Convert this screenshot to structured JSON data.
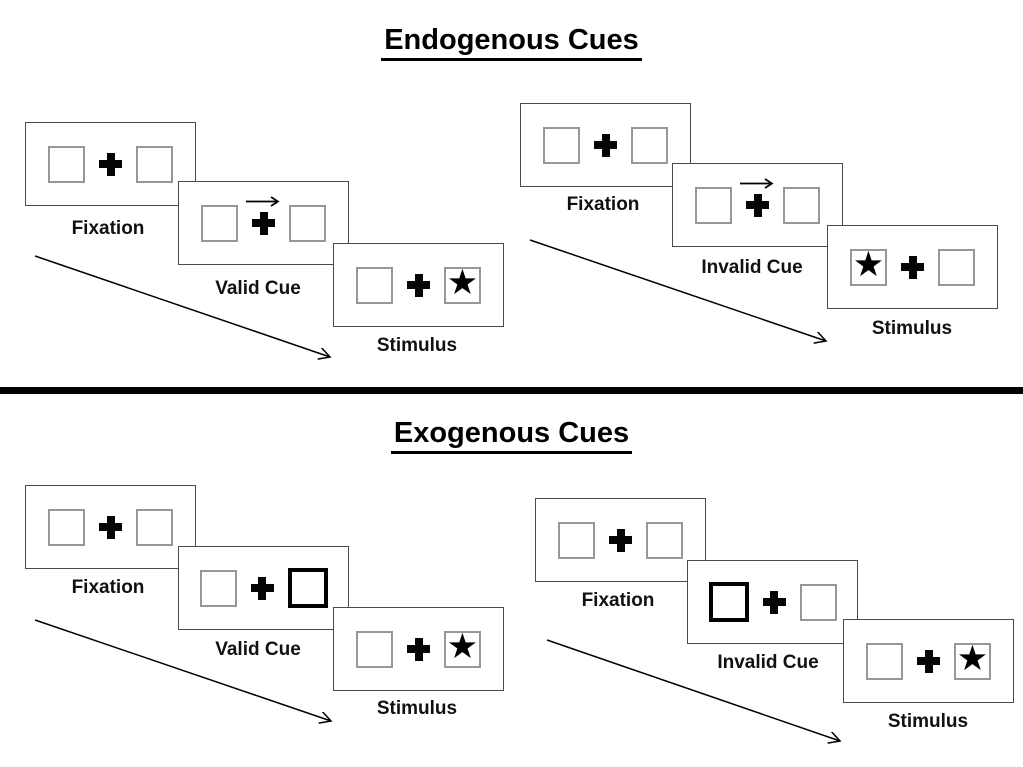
{
  "sections": [
    {
      "title": "Endogenous Cues",
      "groups": [
        {
          "condition": "endogenous-valid",
          "panels": [
            {
              "label": "Fixation",
              "left_box": "empty",
              "right_box": "empty",
              "cue_arrow": false
            },
            {
              "label": "Valid Cue",
              "left_box": "empty",
              "right_box": "empty",
              "cue_arrow": true
            },
            {
              "label": "Stimulus",
              "left_box": "empty",
              "right_box": "star",
              "cue_arrow": false
            }
          ]
        },
        {
          "condition": "endogenous-invalid",
          "panels": [
            {
              "label": "Fixation",
              "left_box": "empty",
              "right_box": "empty",
              "cue_arrow": false
            },
            {
              "label": "Invalid Cue",
              "left_box": "empty",
              "right_box": "empty",
              "cue_arrow": true
            },
            {
              "label": "Stimulus",
              "left_box": "star",
              "right_box": "empty",
              "cue_arrow": false
            }
          ]
        }
      ]
    },
    {
      "title": "Exogenous Cues",
      "groups": [
        {
          "condition": "exogenous-valid",
          "panels": [
            {
              "label": "Fixation",
              "left_box": "empty",
              "right_box": "empty",
              "cue_arrow": false
            },
            {
              "label": "Valid Cue",
              "left_box": "empty",
              "right_box": "cued",
              "cue_arrow": false
            },
            {
              "label": "Stimulus",
              "left_box": "empty",
              "right_box": "star",
              "cue_arrow": false
            }
          ]
        },
        {
          "condition": "exogenous-invalid",
          "panels": [
            {
              "label": "Fixation",
              "left_box": "empty",
              "right_box": "empty",
              "cue_arrow": false
            },
            {
              "label": "Invalid Cue",
              "left_box": "cued",
              "right_box": "empty",
              "cue_arrow": false
            },
            {
              "label": "Stimulus",
              "left_box": "empty",
              "right_box": "star",
              "cue_arrow": false
            }
          ]
        }
      ]
    }
  ],
  "icons": {
    "star": "★",
    "fixation_cross": "+",
    "cue_direction_arrow": "→",
    "timeline_arrow": "↘"
  },
  "colors": {
    "background": "#ffffff",
    "ink": "#000000",
    "panel_border": "#4a4a4a",
    "box_border": "#979797"
  }
}
